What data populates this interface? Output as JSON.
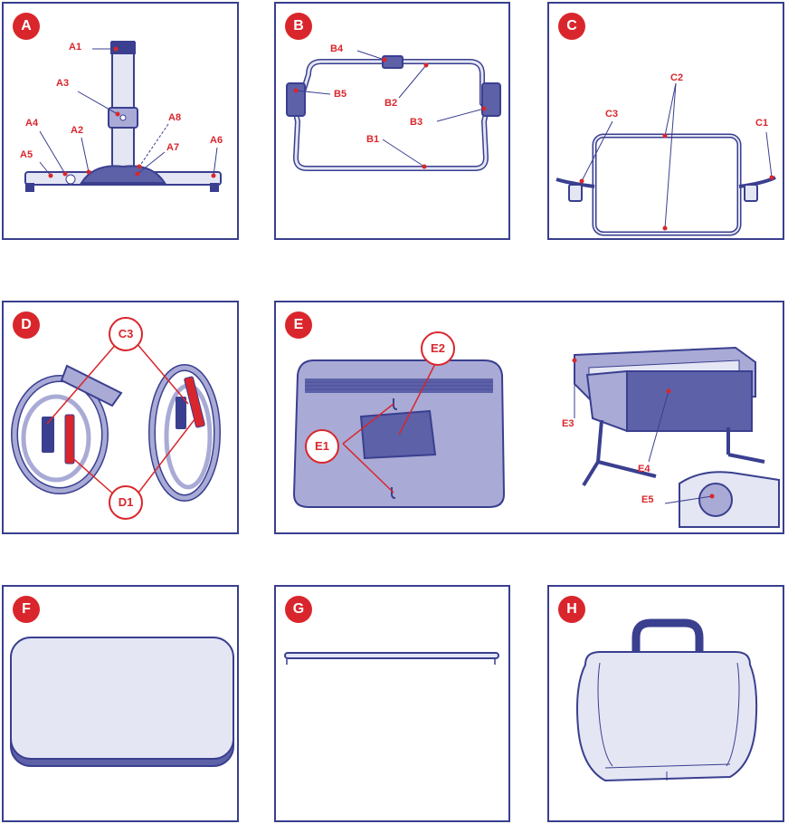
{
  "panels": {
    "A": {
      "badge": "A",
      "labels": [
        "A1",
        "A2",
        "A3",
        "A4",
        "A5",
        "A6",
        "A7",
        "A8"
      ]
    },
    "B": {
      "badge": "B",
      "labels": [
        "B1",
        "B2",
        "B3",
        "B4",
        "B5"
      ]
    },
    "C": {
      "badge": "C",
      "labels": [
        "C1",
        "C2",
        "C3"
      ]
    },
    "D": {
      "badge": "D",
      "labels": [
        "C3",
        "D1"
      ]
    },
    "E": {
      "badge": "E",
      "labels": [
        "E1",
        "E2",
        "E3",
        "E4",
        "E5"
      ]
    },
    "F": {
      "badge": "F"
    },
    "G": {
      "badge": "G"
    },
    "H": {
      "badge": "H"
    }
  },
  "colors": {
    "border": "#3a3f8f",
    "accent": "#d9262c",
    "fill": "#e4e6f4",
    "fabric": "#a9abd6"
  }
}
